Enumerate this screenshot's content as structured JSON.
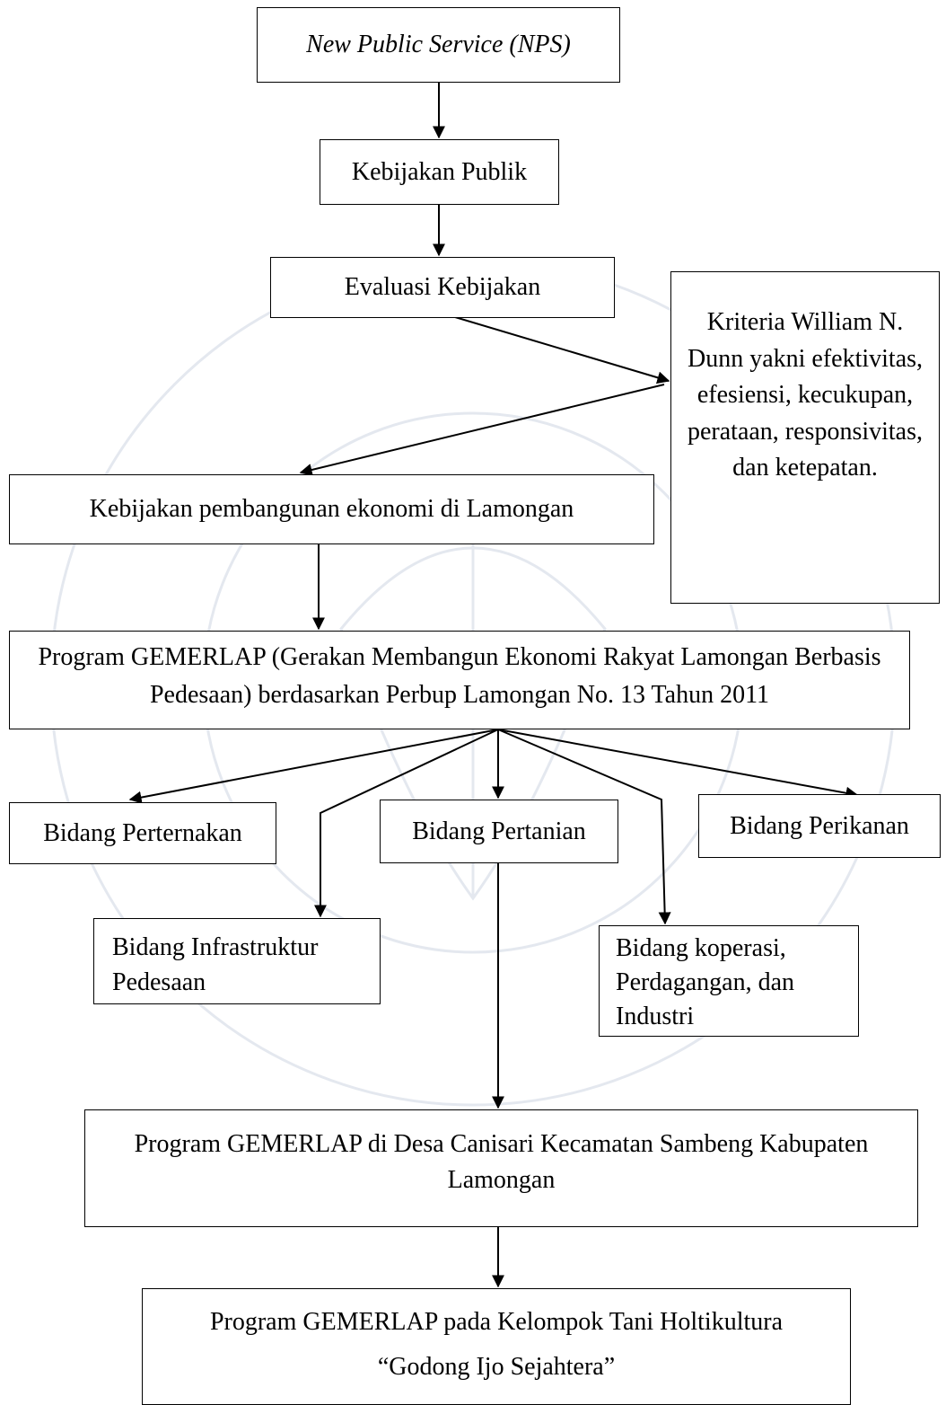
{
  "nodes": {
    "nps": "New Public Service (NPS)",
    "kebijakan_publik": "Kebijakan Publik",
    "evaluasi": "Evaluasi Kebijakan",
    "kriteria": "Kriteria William N. Dunn yakni efektivitas, efesiensi, kecukupan, perataan, responsivitas, dan ketepatan.",
    "kebijakan_pembangunan": "Kebijakan pembangunan ekonomi di Lamongan",
    "program_gemerlap": "Program GEMERLAP (Gerakan Membangun Ekonomi Rakyat Lamongan Berbasis Pedesaan) berdasarkan Perbup Lamongan No. 13 Tahun 2011",
    "peternakan": "Bidang Perternakan",
    "pertanian": "Bidang Pertanian",
    "perikanan": "Bidang Perikanan",
    "infrastruktur": "Bidang Infrastruktur Pedesaan",
    "koperasi": "Bidang koperasi, Perdagangan, dan Industri",
    "desa_canisari": "Program GEMERLAP di Desa Canisari Kecamatan Sambeng Kabupaten Lamongan",
    "kelompok_tani_line1": "Program GEMERLAP pada Kelompok Tani Holtikultura",
    "kelompok_tani_line2": "“Godong Ijo Sejahtera”"
  },
  "colors": {
    "border": "#000000",
    "background": "#ffffff",
    "watermark": "#e2e6ee"
  }
}
